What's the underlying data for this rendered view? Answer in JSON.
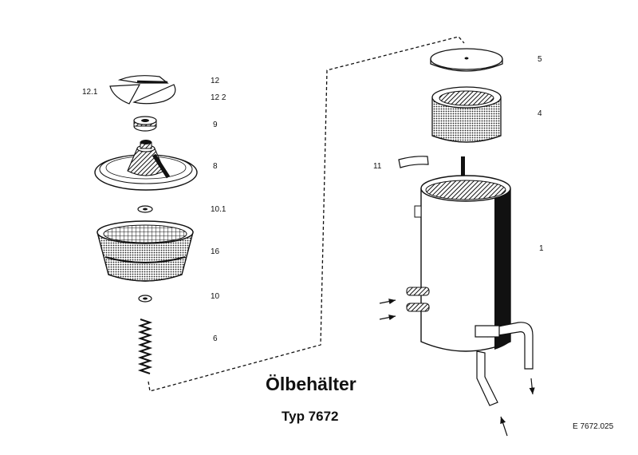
{
  "diagram": {
    "title": "Ölbehälter",
    "subtitle": "Typ 7672",
    "drawing_number": "E 7672.025"
  },
  "parts": {
    "p12_1": "12.1",
    "p12": "12",
    "p12_2": "12 2",
    "p9": "9",
    "p8": "8",
    "p10_1": "10.1",
    "p16": "16",
    "p10": "10",
    "p6": "6",
    "p5": "5",
    "p4": "4",
    "p11": "11",
    "p1": "1"
  }
}
